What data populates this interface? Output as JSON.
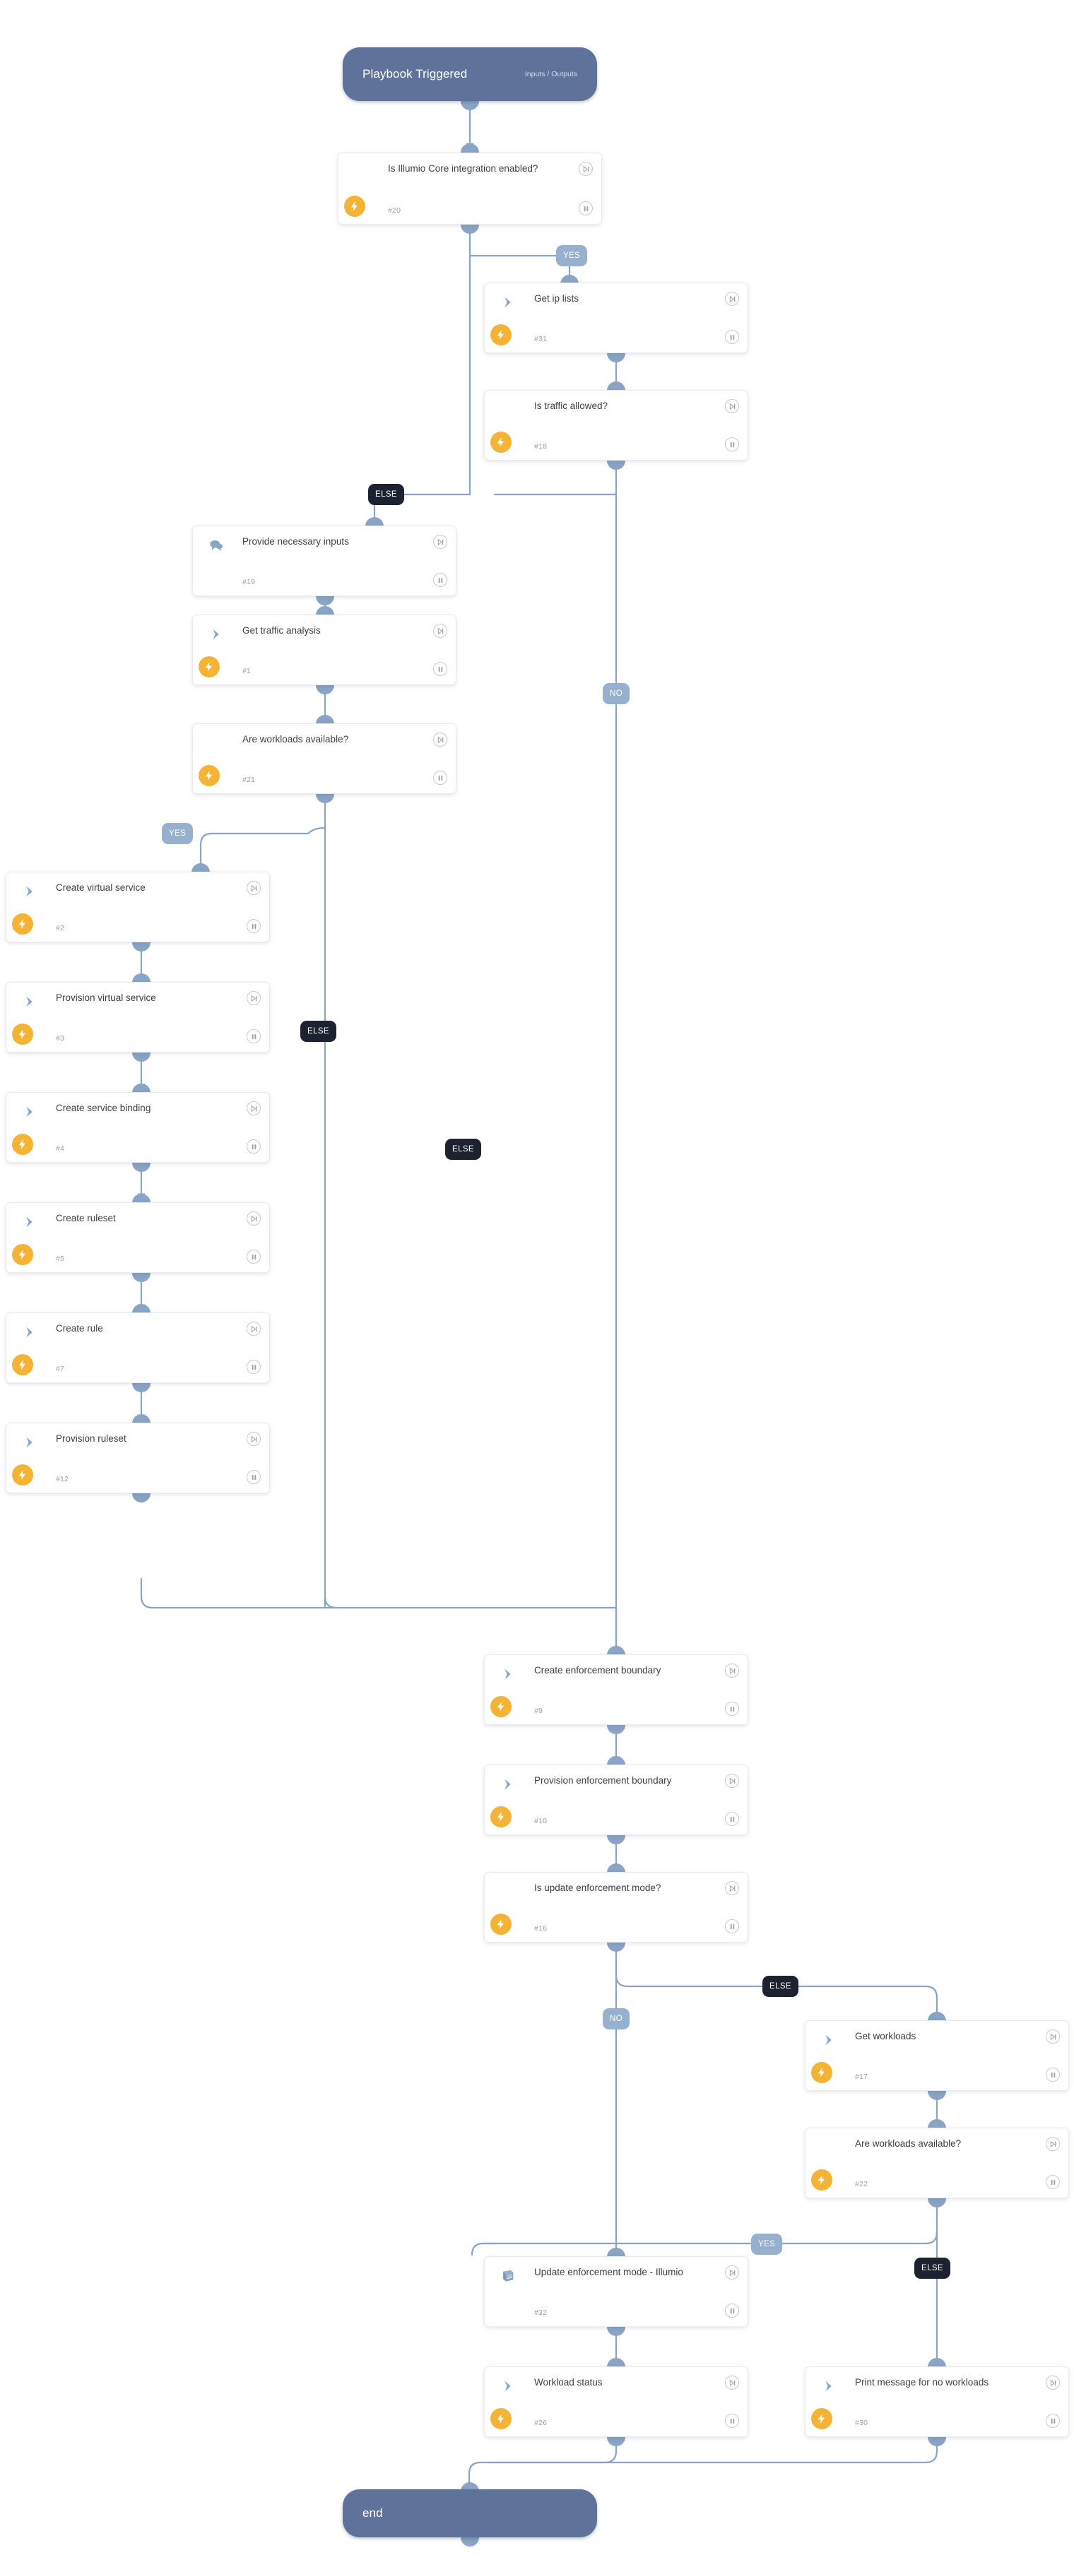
{
  "flow": {
    "start": {
      "title": "Playbook Triggered",
      "subtitle": "Inputs / Outputs"
    },
    "end": {
      "title": "end"
    },
    "colors": {
      "terminal": "#5f7299",
      "connector": "#8aa4c4",
      "condition_icon": "#88a2c0",
      "bolt_badge": "#f5b335",
      "label_condition": "#97b0cd",
      "label_else": "#1c2230",
      "card_bg": "#ffffff",
      "card_border": "#e9ebef",
      "title_text": "#3b3f46",
      "num_text": "#9aa0aa"
    },
    "nodes": [
      {
        "id": "n20",
        "title": "Is Illumio Core integration enabled?",
        "num": "#20",
        "icon": "condition-diamond-icon",
        "bolt": true
      },
      {
        "id": "n31",
        "title": "Get ip lists",
        "num": "#31",
        "icon": "action-chevron-icon",
        "bolt": true
      },
      {
        "id": "n18",
        "title": "Is traffic allowed?",
        "num": "#18",
        "icon": "condition-diamond-icon",
        "bolt": true
      },
      {
        "id": "n19",
        "title": "Provide necessary inputs",
        "num": "#19",
        "icon": "manual-input-chat-icon",
        "bolt": false
      },
      {
        "id": "n1",
        "title": "Get traffic analysis",
        "num": "#1",
        "icon": "action-chevron-icon",
        "bolt": true
      },
      {
        "id": "n21",
        "title": "Are workloads available?",
        "num": "#21",
        "icon": "condition-diamond-icon",
        "bolt": true
      },
      {
        "id": "n2",
        "title": "Create virtual service",
        "num": "#2",
        "icon": "action-chevron-icon",
        "bolt": true
      },
      {
        "id": "n3",
        "title": "Provision virtual service",
        "num": "#3",
        "icon": "action-chevron-icon",
        "bolt": true
      },
      {
        "id": "n4",
        "title": "Create service binding",
        "num": "#4",
        "icon": "action-chevron-icon",
        "bolt": true
      },
      {
        "id": "n5",
        "title": "Create ruleset",
        "num": "#5",
        "icon": "action-chevron-icon",
        "bolt": true
      },
      {
        "id": "n7",
        "title": "Create rule",
        "num": "#7",
        "icon": "action-chevron-icon",
        "bolt": true
      },
      {
        "id": "n12",
        "title": "Provision ruleset",
        "num": "#12",
        "icon": "action-chevron-icon",
        "bolt": true
      },
      {
        "id": "n9",
        "title": "Create enforcement boundary",
        "num": "#9",
        "icon": "action-chevron-icon",
        "bolt": true
      },
      {
        "id": "n10",
        "title": "Provision enforcement boundary",
        "num": "#10",
        "icon": "action-chevron-icon",
        "bolt": true
      },
      {
        "id": "n16",
        "title": "Is update enforcement mode?",
        "num": "#16",
        "icon": "condition-diamond-icon",
        "bolt": true
      },
      {
        "id": "n17",
        "title": "Get workloads",
        "num": "#17",
        "icon": "action-chevron-icon",
        "bolt": true
      },
      {
        "id": "n22",
        "title": "Are workloads available?",
        "num": "#22",
        "icon": "condition-diamond-icon",
        "bolt": true
      },
      {
        "id": "n32",
        "title": "Update enforcement mode - Illumio",
        "num": "#32",
        "icon": "playbook-book-icon",
        "bolt": false
      },
      {
        "id": "n26",
        "title": "Workload status",
        "num": "#26",
        "icon": "action-chevron-icon",
        "bolt": true
      },
      {
        "id": "n30",
        "title": "Print message for no workloads",
        "num": "#30",
        "icon": "action-chevron-icon",
        "bolt": true
      }
    ],
    "branch_labels": [
      {
        "id": "lbl-yes-20",
        "text": "YES",
        "kind": "cond"
      },
      {
        "id": "lbl-no-18",
        "text": "NO",
        "kind": "cond"
      },
      {
        "id": "lbl-else-20",
        "text": "ELSE",
        "kind": "other"
      },
      {
        "id": "lbl-yes-21",
        "text": "YES",
        "kind": "cond"
      },
      {
        "id": "lbl-else-21",
        "text": "ELSE",
        "kind": "other"
      },
      {
        "id": "lbl-else-18",
        "text": "ELSE",
        "kind": "other"
      },
      {
        "id": "lbl-else-16",
        "text": "ELSE",
        "kind": "other"
      },
      {
        "id": "lbl-no-16",
        "text": "NO",
        "kind": "cond"
      },
      {
        "id": "lbl-yes-22",
        "text": "YES",
        "kind": "cond"
      },
      {
        "id": "lbl-else-22",
        "text": "ELSE",
        "kind": "other"
      }
    ],
    "controls": {
      "skip_label": "skip-to-next-icon",
      "pause_label": "pause-icon"
    }
  }
}
